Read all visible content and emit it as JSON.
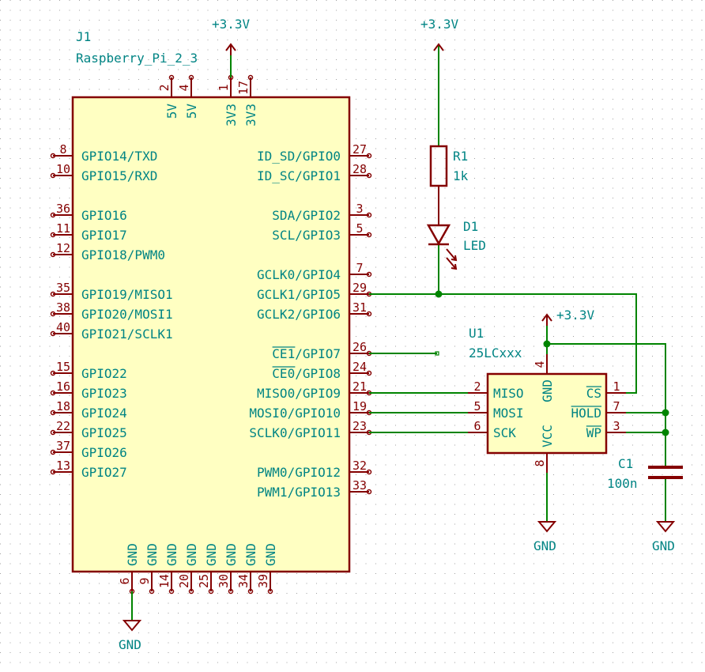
{
  "j1": {
    "ref": "J1",
    "value": "Raspberry_Pi_2_3",
    "top_pins": [
      {
        "num": "2",
        "name": "5V"
      },
      {
        "num": "4",
        "name": "5V"
      },
      {
        "num": "1",
        "name": "3V3"
      },
      {
        "num": "17",
        "name": "3V3"
      }
    ],
    "left_pins": [
      {
        "num": "8",
        "name": "GPIO14/TXD"
      },
      {
        "num": "10",
        "name": "GPIO15/RXD"
      },
      {
        "num": "36",
        "name": "GPIO16"
      },
      {
        "num": "11",
        "name": "GPIO17"
      },
      {
        "num": "12",
        "name": "GPIO18/PWM0"
      },
      {
        "num": "35",
        "name": "GPIO19/MISO1"
      },
      {
        "num": "38",
        "name": "GPIO20/MOSI1"
      },
      {
        "num": "40",
        "name": "GPIO21/SCLK1"
      },
      {
        "num": "15",
        "name": "GPIO22"
      },
      {
        "num": "16",
        "name": "GPIO23"
      },
      {
        "num": "18",
        "name": "GPIO24"
      },
      {
        "num": "22",
        "name": "GPIO25"
      },
      {
        "num": "37",
        "name": "GPIO26"
      },
      {
        "num": "13",
        "name": "GPIO27"
      }
    ],
    "right_pins": [
      {
        "num": "27",
        "name": "ID_SD/GPIO0"
      },
      {
        "num": "28",
        "name": "ID_SC/GPIO1"
      },
      {
        "num": "3",
        "name": "SDA/GPIO2"
      },
      {
        "num": "5",
        "name": "SCL/GPIO3"
      },
      {
        "num": "7",
        "name": "GCLK0/GPIO4"
      },
      {
        "num": "29",
        "name": "GCLK1/GPIO5"
      },
      {
        "num": "31",
        "name": "GCLK2/GPIO6"
      },
      {
        "num": "26",
        "name": "CE1/GPIO7",
        "overbar": "CE1"
      },
      {
        "num": "24",
        "name": "CE0/GPIO8",
        "overbar": "CE0"
      },
      {
        "num": "21",
        "name": "MISO0/GPIO9"
      },
      {
        "num": "19",
        "name": "MOSI0/GPIO10"
      },
      {
        "num": "23",
        "name": "SCLK0/GPIO11"
      },
      {
        "num": "32",
        "name": "PWM0/GPIO12"
      },
      {
        "num": "33",
        "name": "PWM1/GPIO13"
      }
    ],
    "bottom_pins": [
      {
        "num": "6",
        "name": "GND"
      },
      {
        "num": "9",
        "name": "GND"
      },
      {
        "num": "14",
        "name": "GND"
      },
      {
        "num": "20",
        "name": "GND"
      },
      {
        "num": "25",
        "name": "GND"
      },
      {
        "num": "30",
        "name": "GND"
      },
      {
        "num": "34",
        "name": "GND"
      },
      {
        "num": "39",
        "name": "GND"
      }
    ]
  },
  "u1": {
    "ref": "U1",
    "value": "25LCxxx",
    "left_pins": [
      {
        "num": "2",
        "name": "MISO"
      },
      {
        "num": "5",
        "name": "MOSI"
      },
      {
        "num": "6",
        "name": "SCK"
      }
    ],
    "right_pins": [
      {
        "num": "1",
        "name": "CS",
        "overbar": "CS"
      },
      {
        "num": "7",
        "name": "HOLD",
        "overbar": "HOLD"
      },
      {
        "num": "3",
        "name": "WP",
        "overbar": "WP"
      }
    ],
    "top_pin": {
      "num": "4",
      "name": "GND"
    },
    "bottom_pin": {
      "num": "8",
      "name": "VCC"
    }
  },
  "r1": {
    "ref": "R1",
    "value": "1k"
  },
  "d1": {
    "ref": "D1",
    "value": "LED"
  },
  "c1": {
    "ref": "C1",
    "value": "100n"
  },
  "power": {
    "v33": "+3.3V",
    "gnd": "GND"
  },
  "colors": {
    "symbol": "#840000",
    "body": "#ffffc2",
    "wire": "#008400",
    "text": "#008484"
  }
}
